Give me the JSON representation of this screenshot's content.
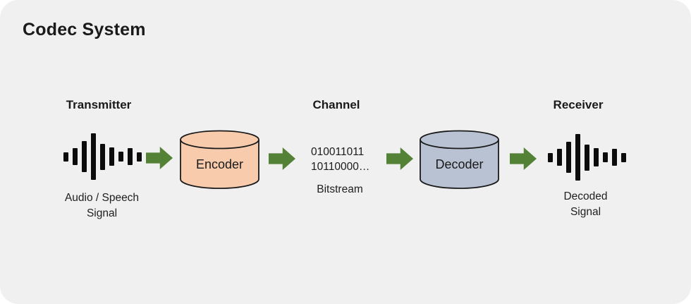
{
  "title": "Codec System",
  "colors": {
    "card_bg": "#f0f0f0",
    "arrow_green": "#538135",
    "encoder_fill": "#f8cbad",
    "decoder_fill": "#b8c2d2",
    "outline": "#1a1a1a",
    "bar_color": "#0c0c0c"
  },
  "sections": {
    "transmitter": {
      "heading": "Transmitter",
      "icon": "waveform-icon",
      "caption": "Audio / Speech\nSignal"
    },
    "channel": {
      "heading": "Channel",
      "bitstream_text": "010011011\n10110000…",
      "caption": "Bitstream"
    },
    "receiver": {
      "heading": "Receiver",
      "icon": "waveform-icon",
      "caption": "Decoded\nSignal"
    }
  },
  "blocks": {
    "encoder": {
      "label": "Encoder",
      "shape": "cylinder"
    },
    "decoder": {
      "label": "Decoder",
      "shape": "cylinder"
    }
  },
  "waveform": {
    "bar_heights": [
      13,
      24,
      44,
      66,
      37,
      26,
      14,
      24,
      13
    ]
  },
  "arrows": {
    "count": 4,
    "direction": "right",
    "icon": "arrow-right-icon"
  }
}
